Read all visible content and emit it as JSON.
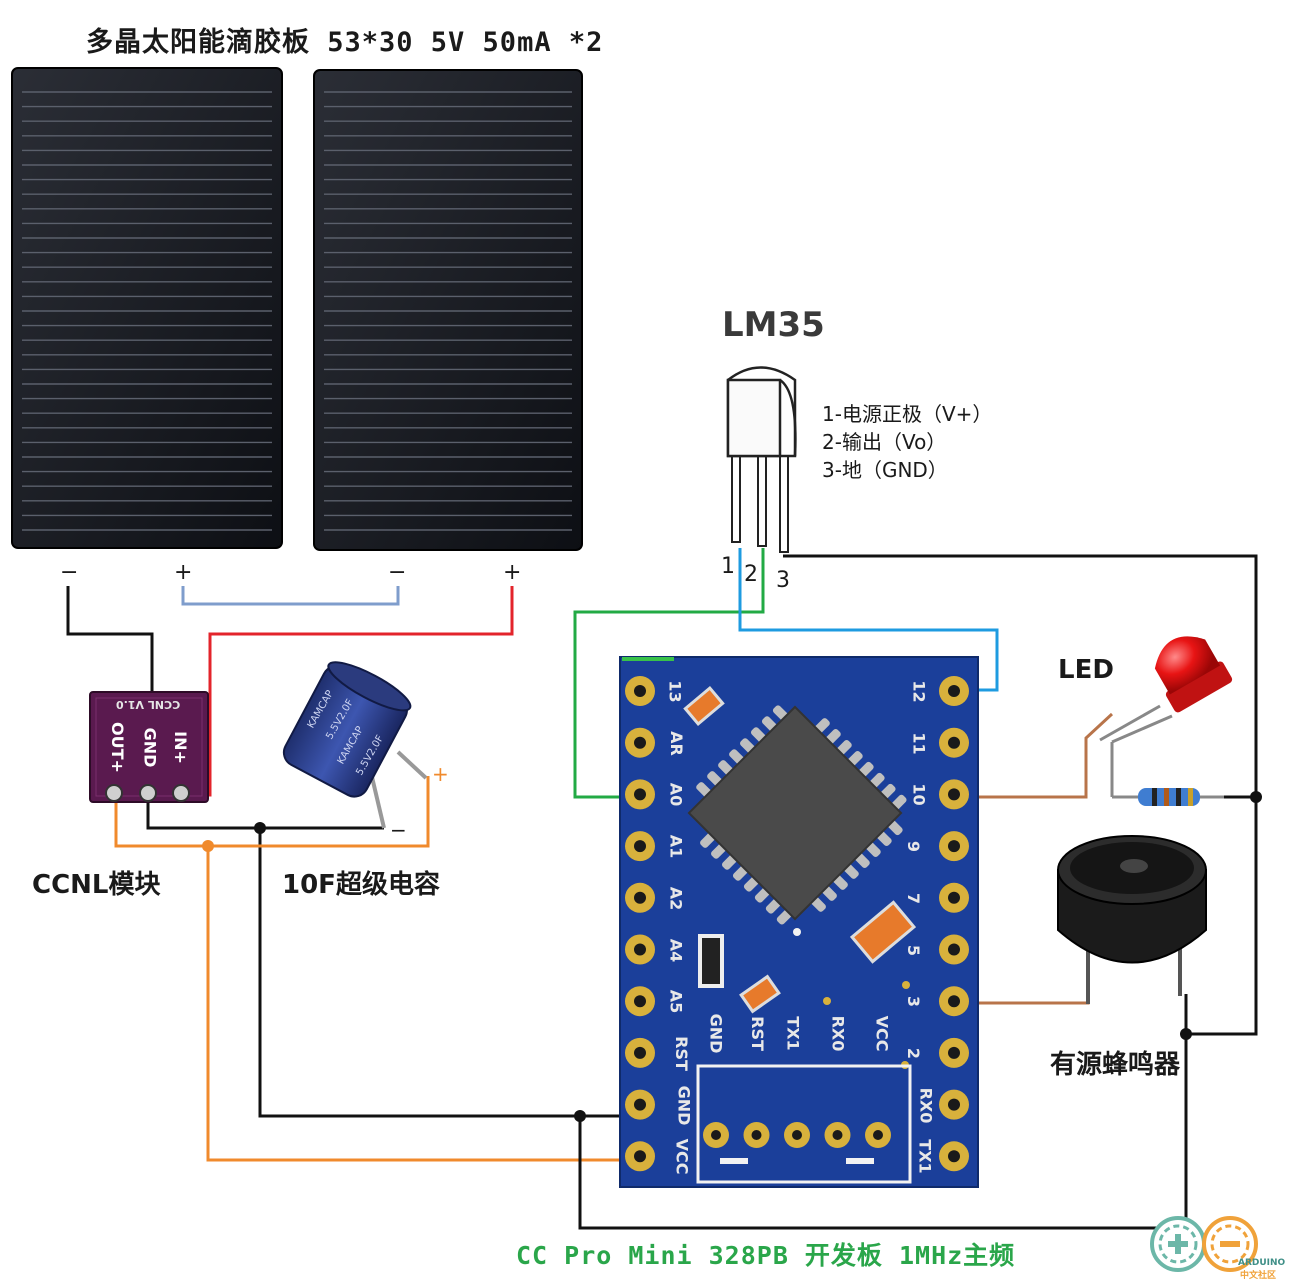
{
  "solar_panel": {
    "title": "多晶太阳能滴胶板 53*30 5V 50mA *2"
  },
  "terminals": {
    "p1_minus": "−",
    "p1_plus": "+",
    "p2_minus": "−",
    "p2_plus": "+"
  },
  "lm35": {
    "name": "LM35",
    "pin1_desc": "1-电源正极（V+）",
    "pin2_desc": "2-输出（Vo）",
    "pin3_desc": "3-地（GND）",
    "pin1": "1",
    "pin2": "2",
    "pin3": "3"
  },
  "ccnl": {
    "label": "CCNL模块",
    "pcb_pins": [
      "OUT+",
      "GND",
      "IN+"
    ],
    "pcb_title": "CCNL V1.0"
  },
  "supercap": {
    "label": "10F超级电容",
    "plus": "+",
    "minus": "−",
    "body_text": [
      "KAMCAP",
      "5.5V2.0F",
      "KAMCAP",
      "5.5V2.0F"
    ]
  },
  "board": {
    "label": "CC Pro Mini 328PB 开发板 1MHz主频",
    "left_pins": [
      "13",
      "AR",
      "A0",
      "A1",
      "A2",
      "A4",
      "A5",
      "RST",
      "GND",
      "VCC"
    ],
    "right_pins": [
      "12",
      "11",
      "10",
      "9",
      "7",
      "5",
      "3",
      "2",
      "RX0",
      "TX1"
    ],
    "silk_labels": [
      "GND",
      "RST",
      "TX1",
      "RX0",
      "VCC"
    ]
  },
  "led": {
    "label": "LED"
  },
  "buzzer": {
    "label": "有源蜂鸣器"
  },
  "logo": {
    "name": "ARDUINO",
    "sub": "中文社区"
  },
  "colors": {
    "wire_black": "#111111",
    "wire_red": "#e3242b",
    "wire_blue_light": "#7f9dcc",
    "wire_green": "#22aa44",
    "wire_blue": "#1e9be0",
    "wire_orange": "#f08a2c",
    "wire_brown": "#b8744a",
    "board_blue": "#1b3f9a",
    "pad_gold": "#d8b13c",
    "ccnl_purple": "#5a1a4f",
    "board_label_green": "#2aa64a"
  }
}
